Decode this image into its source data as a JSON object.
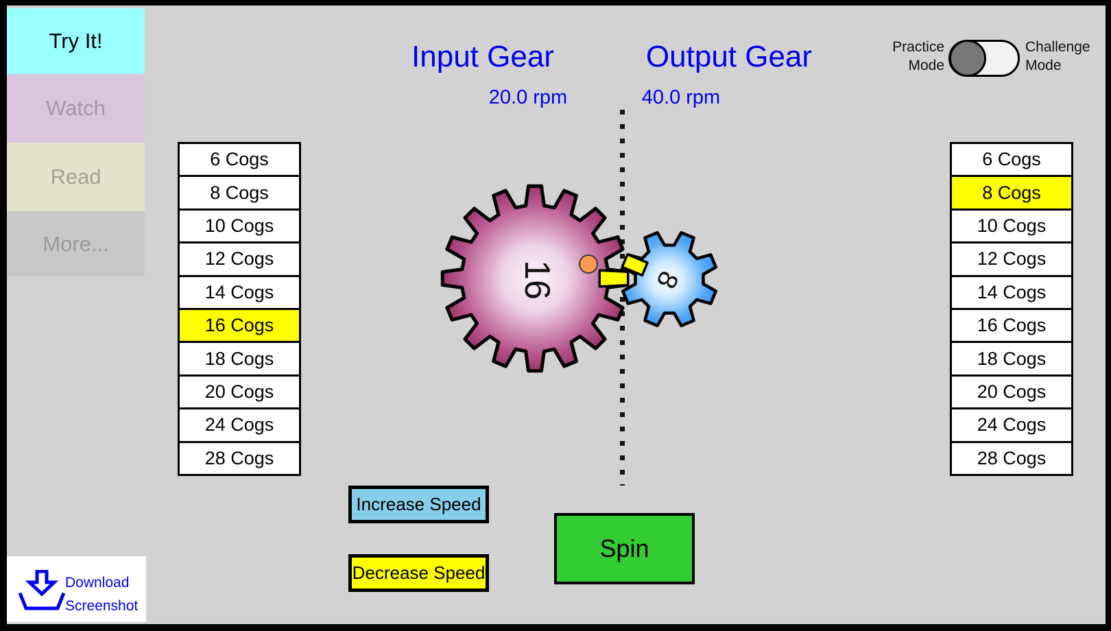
{
  "sidebar": {
    "tabs": [
      {
        "label": "Try It!",
        "bg": "#99ffff",
        "fg": "#000000",
        "active": true
      },
      {
        "label": "Watch",
        "bg": "#dcc3de",
        "fg": "#a795aa",
        "active": false
      },
      {
        "label": "Read",
        "bg": "#e3e3c9",
        "fg": "#a3a396",
        "active": false
      },
      {
        "label": "More...",
        "bg": "#c8c8c8",
        "fg": "#9a9a9a",
        "active": false
      }
    ]
  },
  "header": {
    "input_title": "Input Gear",
    "output_title": "Output Gear",
    "input_rpm": "20.0 rpm",
    "output_rpm": "40.0 rpm"
  },
  "mode_toggle": {
    "left_line1": "Practice",
    "left_line2": "Mode",
    "right_line1": "Challenge",
    "right_line2": "Mode",
    "selected": "practice"
  },
  "cog_options": [
    "6 Cogs",
    "8 Cogs",
    "10 Cogs",
    "12 Cogs",
    "14 Cogs",
    "16 Cogs",
    "18 Cogs",
    "20 Cogs",
    "24 Cogs",
    "28 Cogs"
  ],
  "input_gear": {
    "selected_option": "16 Cogs",
    "teeth": 16,
    "label": "16",
    "rim_color": "#993366"
  },
  "output_gear": {
    "selected_option": "8 Cogs",
    "teeth": 8,
    "label": "8",
    "rim_color": "#3399ff"
  },
  "controls": {
    "increase_speed": "Increase Speed",
    "decrease_speed": "Decrease Speed",
    "spin": "Spin"
  },
  "download": {
    "line1": "Download",
    "line2": "Screenshot"
  },
  "colors": {
    "background": "#d2d2d2",
    "title_blue": "#0000ee",
    "highlight_yellow": "#ffff00",
    "spin_green": "#33cc33",
    "increase_blue": "#87ceeb",
    "decrease_yellow": "#ffff00",
    "marker_orange": "#fa9a50",
    "knob_gray": "#777777"
  }
}
